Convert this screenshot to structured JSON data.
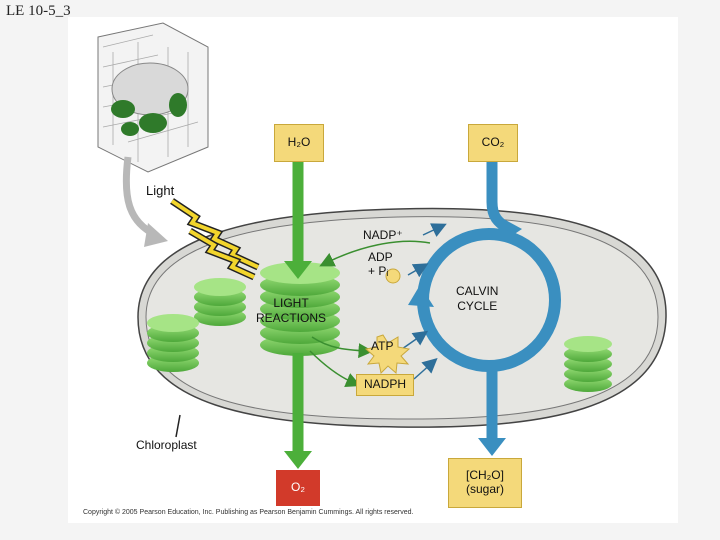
{
  "slide": {
    "title": "LE 10-5_3"
  },
  "diagram": {
    "inputs": {
      "water": "H₂O",
      "carbon_dioxide": "CO₂",
      "light": "Light"
    },
    "outputs": {
      "oxygen": "O₂",
      "sugar_line1": "[CH₂O]",
      "sugar_line2": "(sugar)"
    },
    "intermediates": {
      "nadp_plus": "NADP⁺",
      "adp_line1": "ADP",
      "adp_line2": "+ Pᵢ",
      "atp": "ATP",
      "nadph": "NADPH"
    },
    "stages": {
      "light_reactions_line1": "LIGHT",
      "light_reactions_line2": "REACTIONS",
      "calvin_line1": "CALVIN",
      "calvin_line2": "CYCLE"
    },
    "structures": {
      "chloroplast": "Chloroplast"
    },
    "copyright": "Copyright © 2005 Pearson Education, Inc. Publishing as Pearson Benjamin Cummings. All rights reserved."
  },
  "colors": {
    "stroma": "#e2e2de",
    "thylakoid": "#6cc24a",
    "thylakoid_dark": "#3f8f2a",
    "light_flow": "#4caf3a",
    "calvin_flow": "#3a8fc0",
    "label_box": "#f4d97a",
    "oxygen_box": "#d23a2a"
  }
}
